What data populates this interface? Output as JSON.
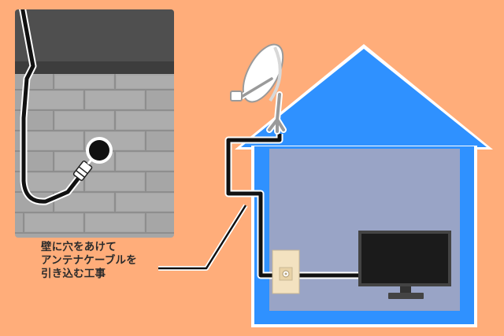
{
  "caption": {
    "lines": [
      "壁に穴をあけて",
      "アンテナケーブルを",
      "引き込む工事"
    ]
  },
  "colors": {
    "background": "#FFAD7A",
    "house": "#2F91FF",
    "house_interior": "#99A4C6",
    "cable": "#111111",
    "brick_wall": "#A6A6A6",
    "roof_eave": "#4A4A4A"
  },
  "icons": [
    "satellite-dish-icon",
    "television-icon",
    "wall-outlet-icon",
    "cable-connector-icon"
  ]
}
